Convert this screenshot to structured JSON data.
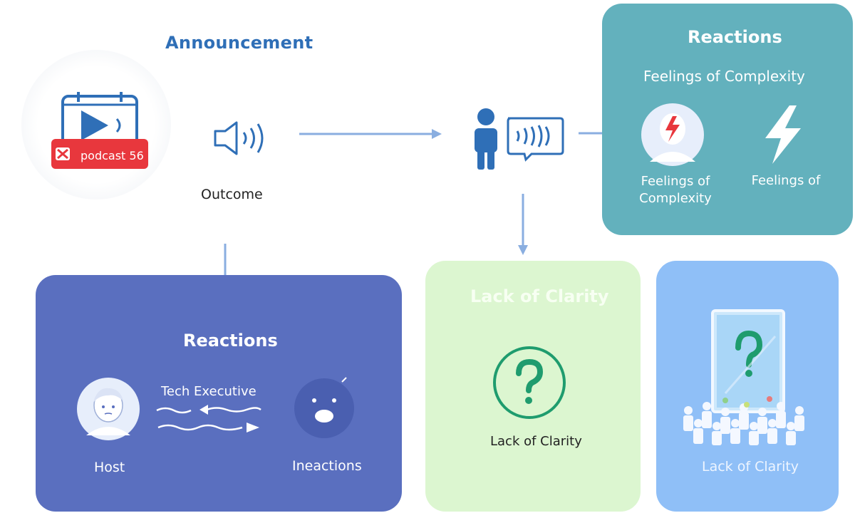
{
  "announcement": {
    "title": "Announcement"
  },
  "podcast": {
    "badge_label": "podcast 56",
    "icon": "video-calendar-icon"
  },
  "outcome": {
    "label": "Outcome",
    "icon": "speaker-icon"
  },
  "person": {
    "icon": "person-speaking-icon"
  },
  "reactions_top": {
    "title": "Reactions",
    "subtitle": "Feelings of Complexity",
    "items": [
      {
        "label": "Feelings of Complexity",
        "icon": "stressed-face-icon"
      },
      {
        "label": "Feelings of",
        "icon": "lightning-icon"
      }
    ]
  },
  "reactions_host": {
    "title": "Reactions",
    "exchange_label": "Tech Executive",
    "host_label": "Host",
    "other_label": "Ineactions"
  },
  "lack_green": {
    "title": "Lack of Clarity",
    "label": "Lack of Clarity",
    "icon": "question-circle-icon"
  },
  "lack_blue": {
    "label": "Lack of Clarity",
    "icon": "question-board-crowd-icon"
  },
  "colors": {
    "accent_blue": "#2f6fb7",
    "arrow": "#8aaee0",
    "teal_box": "#63b1bd",
    "indigo_box": "#5a6fbf",
    "green_box": "#dcf6d0",
    "sky_box": "#8fbff7",
    "green_accent": "#1f9c6e",
    "red_badge": "#e8373d"
  }
}
